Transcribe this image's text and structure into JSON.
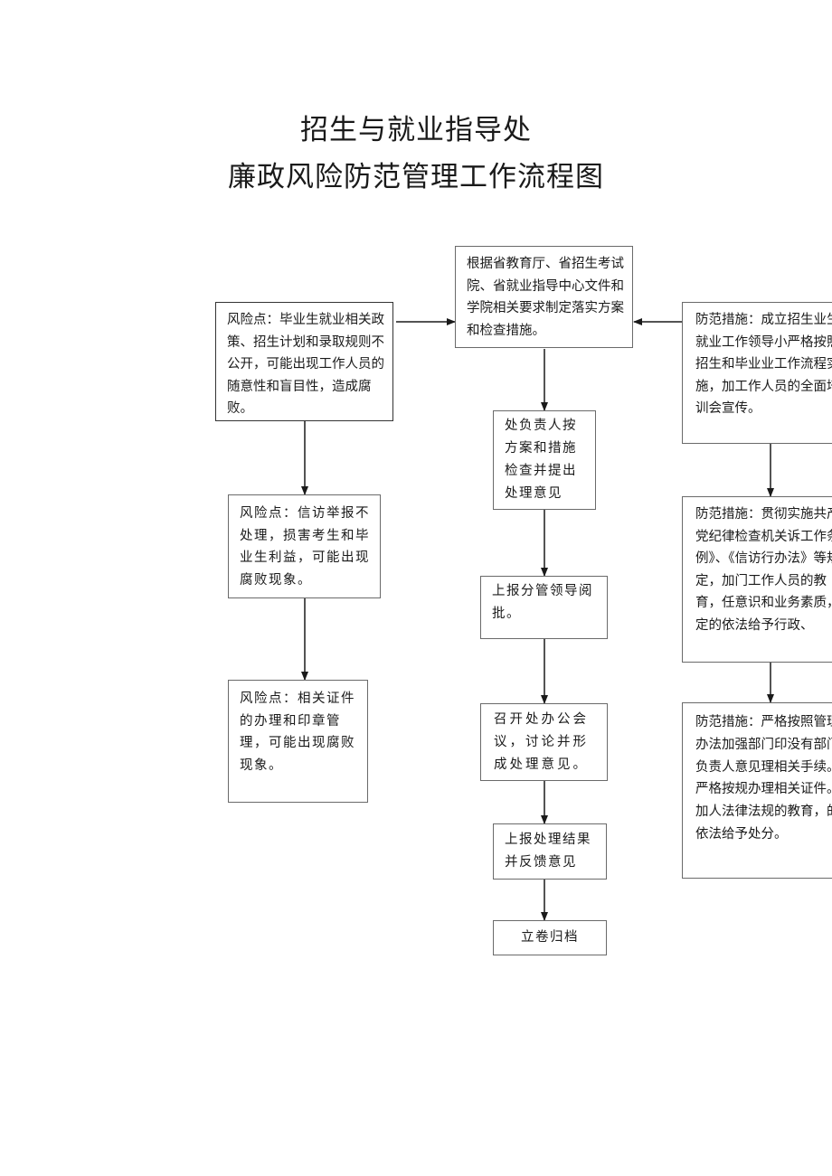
{
  "title": {
    "line1": "招生与就业指导处",
    "line2": "廉政风险防范管理工作流程图"
  },
  "flow": {
    "top": "根据省教育厅、省招生考试院、省就业指导中心文件和学院相关要求制定落实方案和检查措施。",
    "step2": "处负责人按方案和措施检查并提出处理意见",
    "step3": "上报分管领导阅批。",
    "step4": "召开处办公会议，讨论并形成处理意见。",
    "step5": "上报处理结果并反馈意见",
    "step6": "立卷归档"
  },
  "risks": [
    "风险点：毕业生就业相关政策、招生计划和录取规则不公开，可能出现工作人员的随意性和盲目性，造成腐败。",
    "风险点：信访举报不处理，损害考生和毕业生利益，可能出现腐败现象。",
    "风险点：相关证件的办理和印章管理，可能出现腐败现象。"
  ],
  "measures": [
    "防范措施：成立招生业生就业工作领导小严格按照招生和毕业业工作流程实施，加工作人员的全面培训会宣传。",
    "防范措施：贯彻实施共产党纪律检查机关诉工作条例》、《信访行办法》等规定，加门工作人员的教育，任意识和业务素质，定的依法给予行政、",
    "防范措施：严格按照管理办法加强部门印没有部门负责人意见理相关手续。严格按规办理相关证件。加人法律法规的教育，的依法给予处分。"
  ],
  "colors": {
    "line": "#1a1a1a",
    "border": "#6a6a6a"
  }
}
